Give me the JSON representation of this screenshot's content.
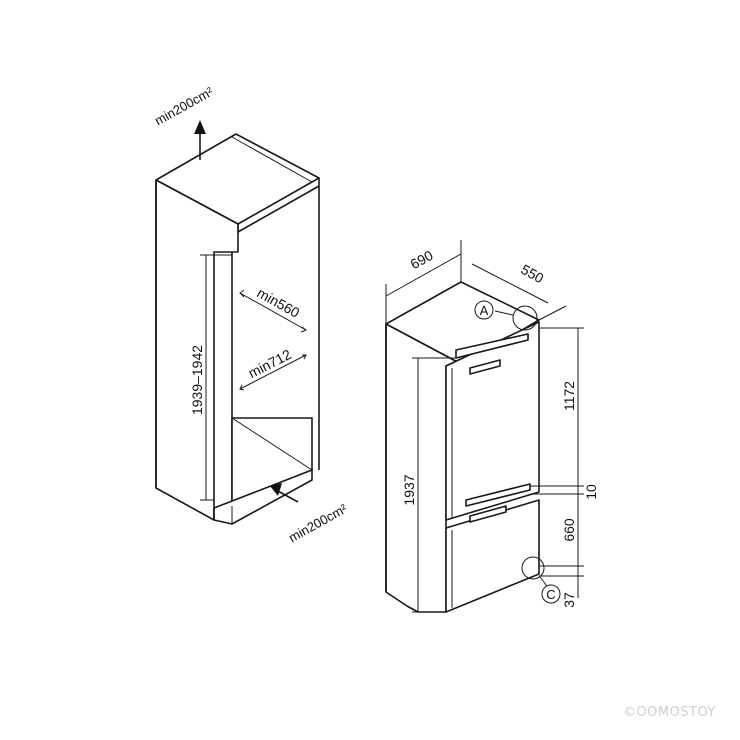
{
  "left_niche": {
    "top_vent_label": "min200cm²",
    "bottom_vent_label": "min200cm²",
    "depth_label": "min560",
    "width_label": "min712",
    "height_label": "1939–1942"
  },
  "right_appliance": {
    "width_label": "690",
    "depth_label": "550",
    "height_label": "1937",
    "upper_section_label": "1172",
    "gap_label": "10",
    "lower_section_label": "660",
    "bottom_offset_label": "37",
    "callout_a": "A",
    "callout_c": "C"
  },
  "watermark": "©OOMOSTOY"
}
